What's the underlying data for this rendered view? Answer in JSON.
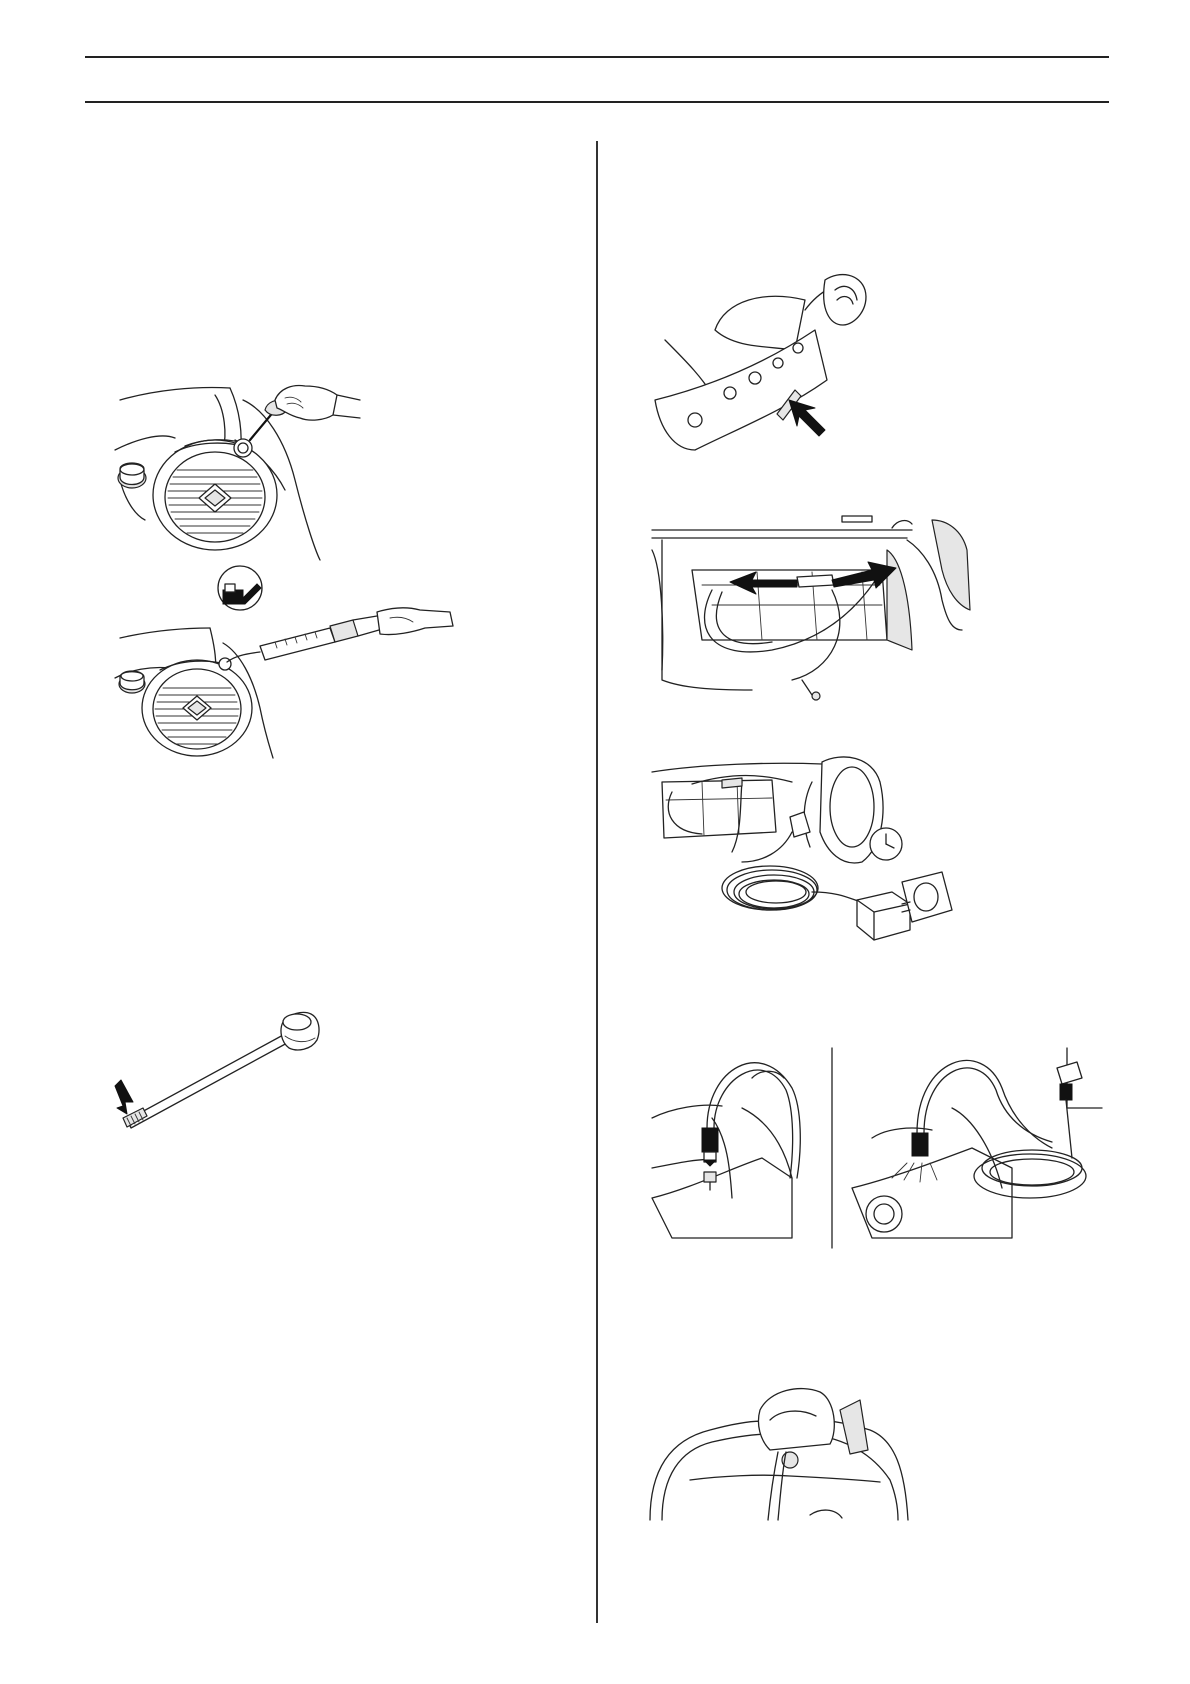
{
  "page": {
    "header_text": "",
    "figures": [
      {
        "id": "fig-dipstick-remove",
        "icon": "engine-dipstick-removal-icon"
      },
      {
        "id": "fig-oil-fill",
        "icon": "oil-syringe-fill-icon"
      },
      {
        "id": "fig-dipstick-level",
        "icon": "dipstick-level-icon"
      },
      {
        "id": "fig-battery-cover",
        "icon": "battery-cover-icon"
      },
      {
        "id": "fig-battery-connector",
        "icon": "battery-connector-icon"
      },
      {
        "id": "fig-battery-charging",
        "icon": "battery-charger-icon"
      },
      {
        "id": "fig-hose-connect",
        "icon": "hose-washing-connector-icon"
      },
      {
        "id": "fig-handle-cable",
        "icon": "handle-cable-icon"
      }
    ]
  },
  "colors": {
    "line": "#222222",
    "background": "#ffffff",
    "fill_light": "#e6e6e6"
  }
}
